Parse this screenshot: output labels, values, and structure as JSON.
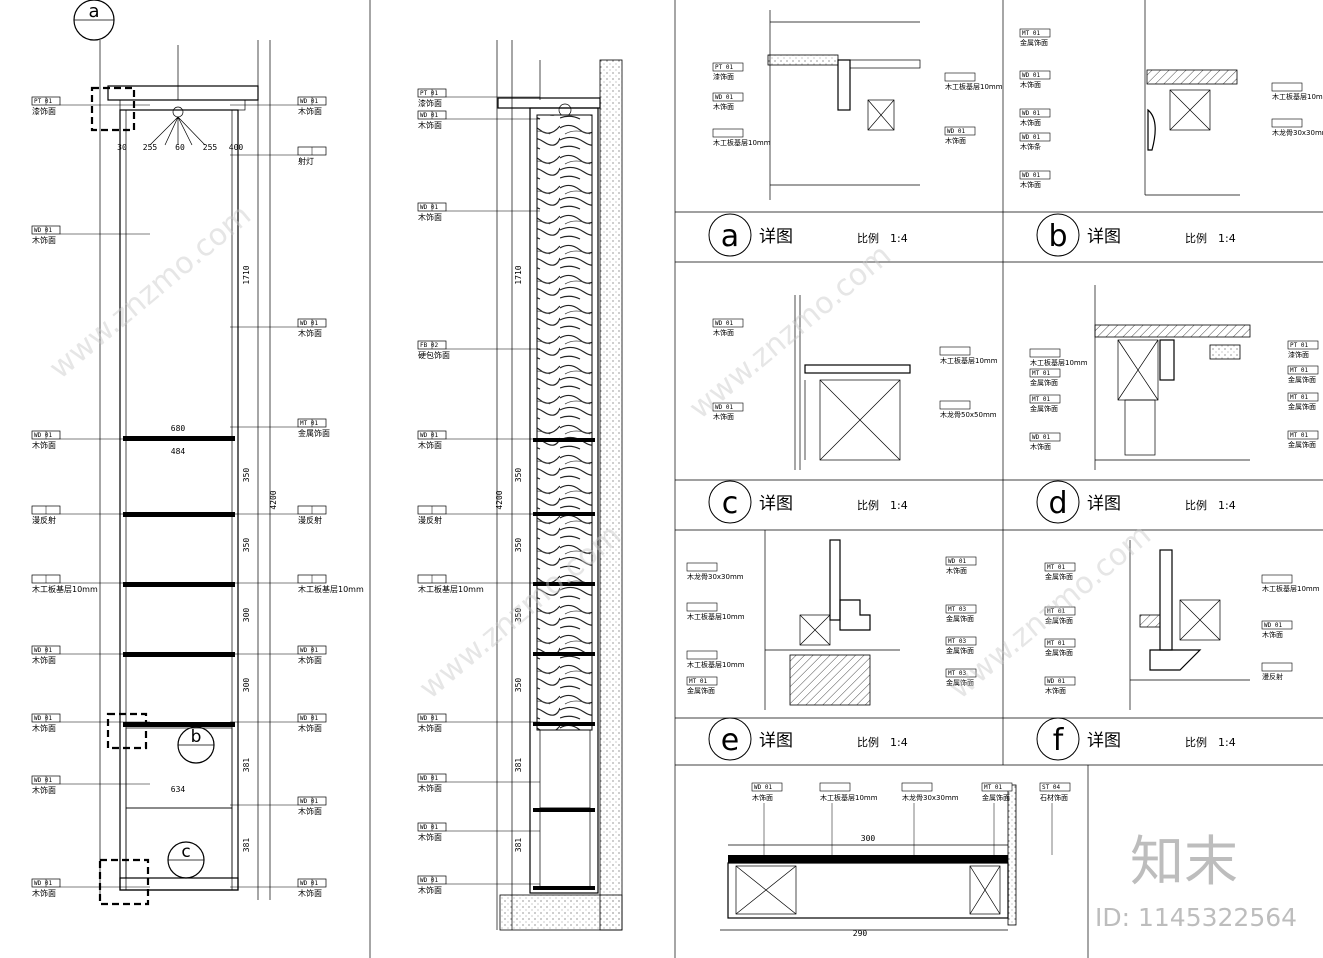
{
  "elevation_left": {
    "dims_top": [
      "30",
      "255",
      "60",
      "255",
      "400"
    ],
    "dims_side": [
      "1710",
      "350",
      "350",
      "300",
      "300",
      "381",
      "381"
    ],
    "dim_total": "4200",
    "width_labels": [
      "680",
      "484",
      "634"
    ],
    "left_tags": [
      {
        "code": "PT 01",
        "text": "漆饰面"
      },
      {
        "code": "WD 01",
        "text": "木饰面"
      },
      {
        "code": "WD 01",
        "text": "木饰面"
      },
      {
        "code": "",
        "text": "漫反射"
      },
      {
        "code": "",
        "text": "木工板基层10mm"
      },
      {
        "code": "WD 01",
        "text": "木饰面"
      },
      {
        "code": "WD 01",
        "text": "木饰面"
      },
      {
        "code": "WD 01",
        "text": "木饰面"
      },
      {
        "code": "WD 01",
        "text": "木饰面"
      }
    ],
    "right_tags": [
      {
        "code": "WD 01",
        "text": "木饰面"
      },
      {
        "code": "",
        "text": "射灯"
      },
      {
        "code": "WD 01",
        "text": "木饰面"
      },
      {
        "code": "MT 01",
        "text": "金属饰面"
      },
      {
        "code": "",
        "text": "漫反射"
      },
      {
        "code": "",
        "text": "木工板基层10mm"
      },
      {
        "code": "WD 01",
        "text": "木饰面"
      },
      {
        "code": "WD 01",
        "text": "木饰面"
      },
      {
        "code": "WD 01",
        "text": "木饰面"
      },
      {
        "code": "WD 01",
        "text": "木饰面"
      }
    ],
    "callouts": [
      "a",
      "b",
      "c"
    ]
  },
  "section_middle": {
    "tags": [
      {
        "code": "PT 01",
        "text": "漆饰面"
      },
      {
        "code": "WD 01",
        "text": "木饰面"
      },
      {
        "code": "WD 01",
        "text": "木饰面"
      },
      {
        "code": "FB 02",
        "text": "硬包饰面"
      },
      {
        "code": "WD 01",
        "text": "木饰面"
      },
      {
        "code": "",
        "text": "漫反射"
      },
      {
        "code": "",
        "text": "木工板基层10mm"
      },
      {
        "code": "WD 01",
        "text": "木饰面"
      },
      {
        "code": "WD 01",
        "text": "木饰面"
      },
      {
        "code": "WD 01",
        "text": "木饰面"
      },
      {
        "code": "WD 01",
        "text": "木饰面"
      }
    ],
    "dims": [
      "1710",
      "350",
      "350",
      "350",
      "350",
      "381",
      "381"
    ],
    "dim_total": "4200"
  },
  "details": [
    {
      "letter": "a",
      "title": "详图",
      "scale": "比例　1:4",
      "labels": [
        "PT 01 漆饰面",
        "WD 01 木饰面",
        "木工板基层10mm",
        "木工板基层10mm",
        "WD 01 木饰面"
      ]
    },
    {
      "letter": "b",
      "title": "详图",
      "scale": "比例　1:4",
      "labels": [
        "MT 01 金属饰面",
        "WD 01 木饰面",
        "WD 01 木饰面",
        "WD 01 木饰条",
        "WD 01 木饰面",
        "木工板基层10mm",
        "木龙骨30x30mm"
      ]
    },
    {
      "letter": "c",
      "title": "详图",
      "scale": "比例　1:4",
      "labels": [
        "WD 01 木饰面",
        "WD 01 木饰面",
        "木工板基层10mm",
        "木龙骨50x50mm"
      ]
    },
    {
      "letter": "d",
      "title": "详图",
      "scale": "比例　1:4",
      "labels": [
        "木工板基层10mm",
        "MT 01 金属饰面",
        "MT 01 金属饰面",
        "WD 01 木饰面",
        "PT 01 漆饰面",
        "MT 01 金属饰面",
        "MT 01 金属饰面",
        "MT 01 金属饰面"
      ]
    },
    {
      "letter": "e",
      "title": "详图",
      "scale": "比例　1:4",
      "labels": [
        "木龙骨30x30mm",
        "木工板基层10mm",
        "木工板基层10mm",
        "MT 01 金属饰面",
        "WD 01 木饰面",
        "MT 03 金属饰面",
        "MT 03 金属饰面",
        "MT 03 金属饰面"
      ]
    },
    {
      "letter": "f",
      "title": "详图",
      "scale": "比例　1:4",
      "labels": [
        "MT 01 金属饰面",
        "MT 01 金属饰面",
        "MT 01 金属饰面",
        "WD 01 木饰面",
        "木工板基层10mm",
        "WD 01 木饰面",
        "漫反射"
      ]
    }
  ],
  "bottom_detail": {
    "headers": [
      {
        "code": "WD 01",
        "text": "木饰面"
      },
      {
        "code": "",
        "text": "木工板基层10mm"
      },
      {
        "code": "",
        "text": "木龙骨30x30mm"
      },
      {
        "code": "MT 01",
        "text": "金属饰面"
      },
      {
        "code": "ST 04",
        "text": "石材饰面"
      }
    ],
    "dims": [
      "300",
      "290"
    ]
  },
  "branding": {
    "watermark": "www.znzmo.com",
    "logo": "知末",
    "id_text": "ID: 1145322564"
  }
}
